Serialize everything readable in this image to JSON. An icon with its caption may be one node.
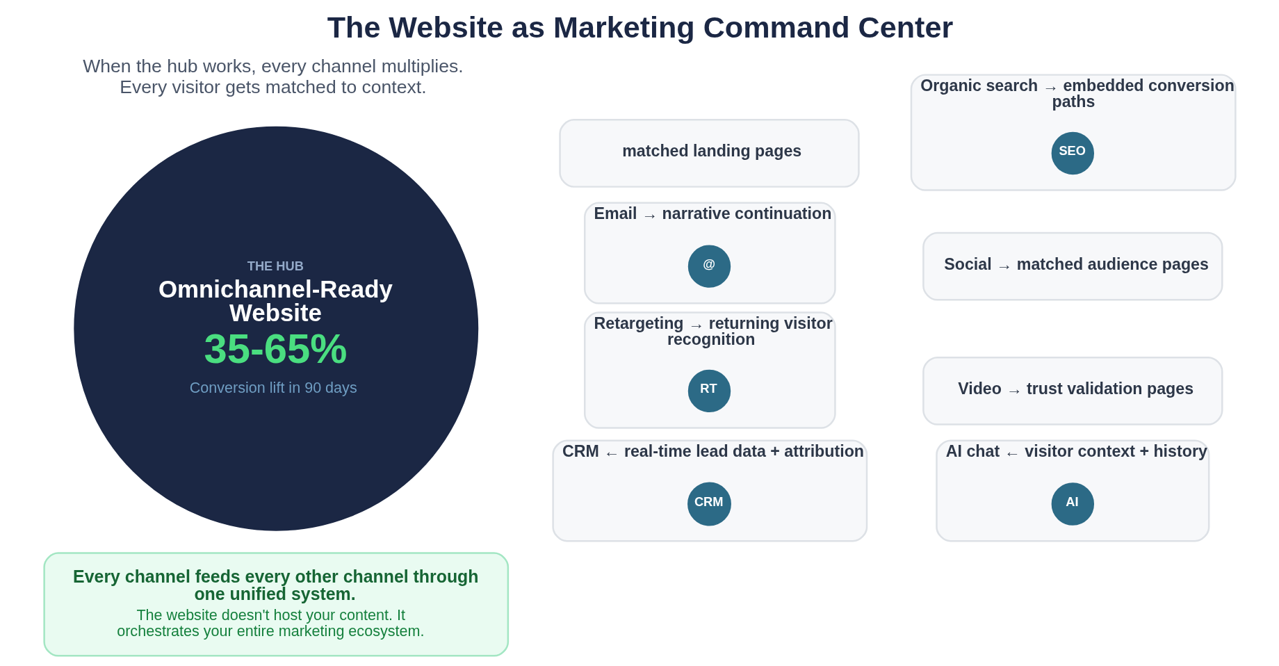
{
  "diagram": {
    "title": "The Website as Marketing Command Center",
    "nodes": [
      {
        "text": [
          "THE HUB",
          "Omnichannel-Ready Website",
          "35-65%",
          "Conversion lift in 90 days"
        ]
      },
      {
        "text": [
          "matched landing pages"
        ]
      },
      {
        "text": [
          "Organic search → embedded conversion paths"
        ]
      },
      {
        "text": [
          "SEO"
        ],
        "in": 2
      },
      {
        "text": [
          "Email → narrative continuation"
        ]
      },
      {
        "text": [
          "@"
        ],
        "in": 4
      },
      {
        "text": [
          "Social → matched audience pages"
        ]
      },
      {
        "text": [
          "Retargeting → returning visitor recognition"
        ]
      },
      {
        "text": [
          "RT"
        ],
        "in": 7
      },
      {
        "text": [
          "Video → trust validation pages"
        ]
      },
      {
        "text": [
          "CRM ← real-time lead data + attribution"
        ]
      },
      {
        "text": [
          "CRM"
        ],
        "in": 10
      },
      {
        "text": [
          "AI chat ← visitor context + history"
        ]
      },
      {
        "text": [
          "AI"
        ],
        "in": 12
      },
      {
        "text": [
          "Every channel feeds every other channel through one unified system.",
          "The website doesn't host your content. It orchestrates your entire marketing ecosystem."
        ]
      }
    ],
    "labels": [
      "When the hub works, every channel multiplies. Every visitor gets matched to context."
    ]
  }
}
